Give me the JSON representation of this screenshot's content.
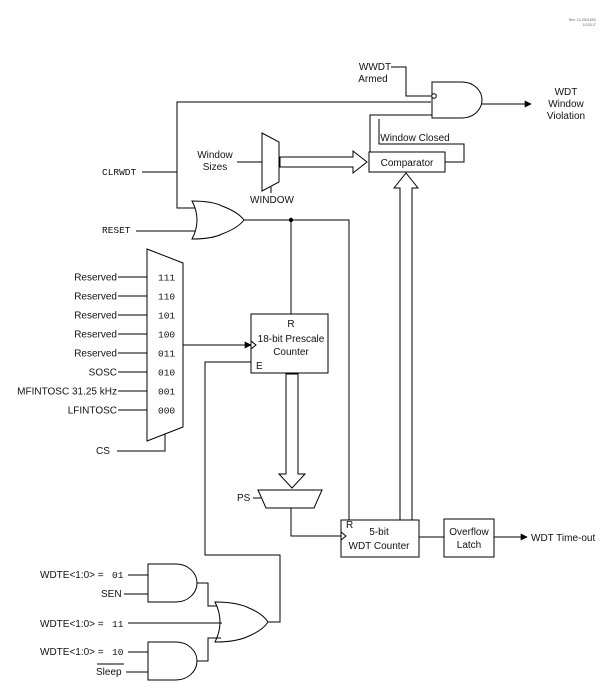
{
  "rev": {
    "line1": "Rev. 10-000163D",
    "line2": "1/2/2017"
  },
  "inputs": {
    "wwdt_armed": [
      "WWDT",
      "Armed"
    ],
    "clrwdt": "CLRWDT",
    "window_sizes": [
      "Window",
      "Sizes"
    ],
    "reset": "RESET",
    "cs": "CS",
    "ps": "PS"
  },
  "mux_inputs": [
    {
      "label": "Reserved",
      "code": "111"
    },
    {
      "label": "Reserved",
      "code": "110"
    },
    {
      "label": "Reserved",
      "code": "101"
    },
    {
      "label": "Reserved",
      "code": "100"
    },
    {
      "label": "Reserved",
      "code": "011"
    },
    {
      "label": "SOSC",
      "code": "010"
    },
    {
      "label": "MFINTOSC 31.25 kHz",
      "code": "001"
    },
    {
      "label": "LFINTOSC",
      "code": "000"
    }
  ],
  "blocks": {
    "window_mux": "WINDOW",
    "window_closed": "Window Closed",
    "comparator": "Comparator",
    "prescale": {
      "r": "R",
      "line1": "18-bit Prescale",
      "line2": "Counter",
      "e": "E"
    },
    "wdt_counter": {
      "r": "R",
      "line1": "5-bit",
      "line2": "WDT Counter"
    },
    "overflow": [
      "Overflow",
      "Latch"
    ]
  },
  "outputs": {
    "violation": [
      "WDT",
      "Window",
      "Violation"
    ],
    "timeout": "WDT Time-out"
  },
  "wdte": {
    "a_prefix": "WDTE<1:0> = ",
    "a_code": "01",
    "sen": "SEN",
    "b_prefix": "WDTE<1:0> = ",
    "b_code": "11",
    "c_prefix": "WDTE<1:0> = ",
    "c_code": "10",
    "sleep": "Sleep"
  }
}
